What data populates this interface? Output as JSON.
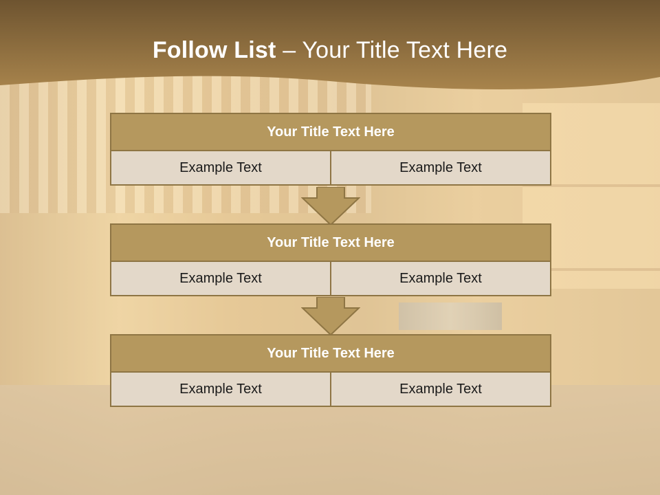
{
  "slide": {
    "title_bold": "Follow List",
    "title_rest": " – Your Title Text Here"
  },
  "steps": [
    {
      "title": "Your Title Text Here",
      "left": "Example Text",
      "right": "Example Text"
    },
    {
      "title": "Your Title Text Here",
      "left": "Example Text",
      "right": "Example Text"
    },
    {
      "title": "Your Title Text Here",
      "left": "Example Text",
      "right": "Example Text"
    }
  ],
  "colors": {
    "banner": "#8a6a3a",
    "title_fill": "#b5985e",
    "border": "#8e7544",
    "cell_fill": "#e3d8c9",
    "arrow": "#b5985e"
  }
}
